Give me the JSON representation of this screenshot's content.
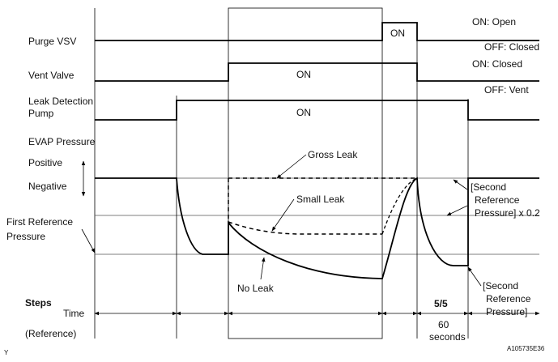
{
  "signals": {
    "purge_vsv": "Purge VSV",
    "vent_valve": "Vent Valve",
    "leak_pump_line1": "Leak Detection",
    "leak_pump_line2": "Pump",
    "evap_pressure": "EVAP Pressure",
    "positive": "Positive",
    "negative": "Negative",
    "first_ref_line1": "First Reference",
    "first_ref_line2": "Pressure"
  },
  "states": {
    "on": "ON",
    "on_open": "ON: Open",
    "off_closed": "OFF: Closed",
    "on_closed": "ON: Closed",
    "off_vent": "OFF: Vent"
  },
  "curves": {
    "gross_leak": "Gross Leak",
    "small_leak": "Small Leak",
    "no_leak": "No Leak"
  },
  "annotations": {
    "second_ref_x02_line1": "[Second",
    "second_ref_x02_line2": "Reference",
    "second_ref_x02_line3": "Pressure] x 0.2",
    "second_ref_line1": "[Second",
    "second_ref_line2": "Reference",
    "second_ref_line3": "Pressure]"
  },
  "footer": {
    "steps": "Steps",
    "time": "Time",
    "reference": "(Reference)",
    "step_value": "5/5",
    "seconds_line1": "60",
    "seconds_line2": "seconds",
    "corner_left": "Y",
    "figure_id": "A105735E36"
  }
}
